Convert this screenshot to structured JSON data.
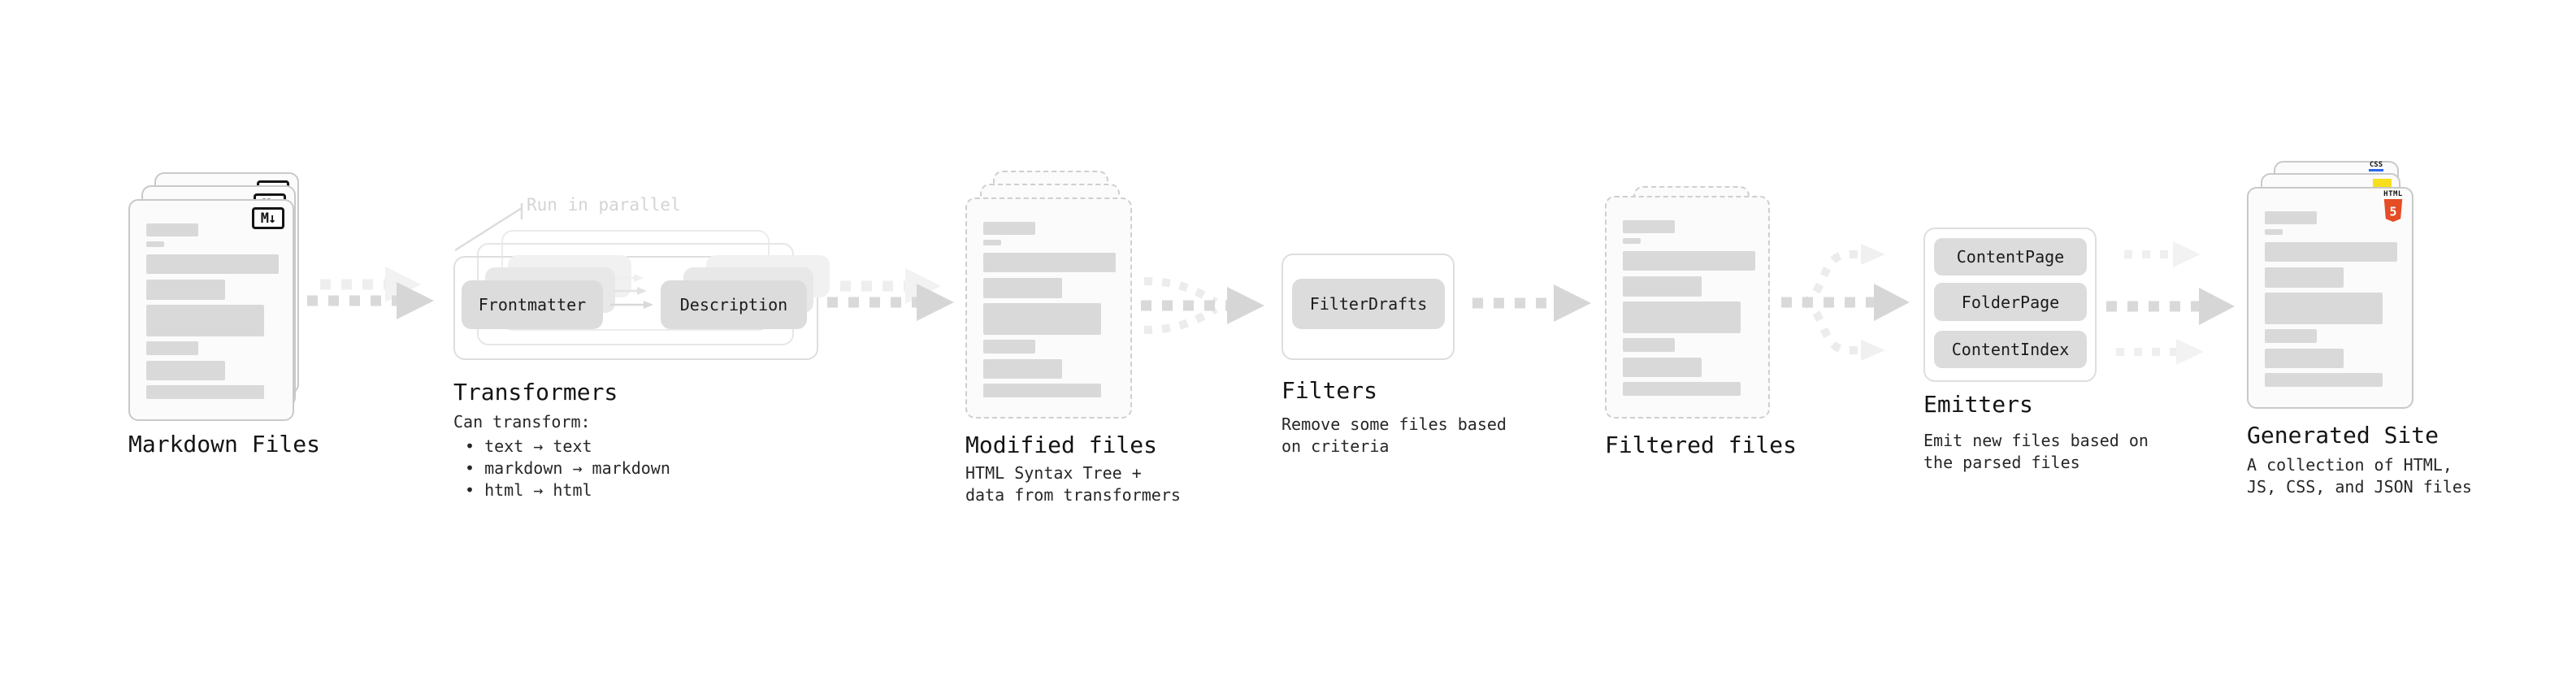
{
  "diagram": {
    "stages": {
      "markdown_files": {
        "label": "Markdown Files",
        "badge": "M↓"
      },
      "transformers": {
        "label": "Transformers",
        "annotation": "Run in parallel",
        "buttons": [
          "Frontmatter",
          "Description"
        ],
        "desc_title": "Can transform:",
        "bullets": [
          "text → text",
          "markdown → markdown",
          "html → html"
        ]
      },
      "modified_files": {
        "label": "Modified files",
        "desc": [
          "HTML Syntax Tree +",
          "data from transformers"
        ]
      },
      "filters": {
        "label": "Filters",
        "buttons": [
          "FilterDrafts"
        ],
        "desc": [
          "Remove some files based",
          "on criteria"
        ]
      },
      "filtered_files": {
        "label": "Filtered files"
      },
      "emitters": {
        "label": "Emitters",
        "buttons": [
          "ContentPage",
          "FolderPage",
          "ContentIndex"
        ],
        "desc": [
          "Emit new files based on",
          "the parsed files"
        ]
      },
      "generated_site": {
        "label": "Generated Site",
        "desc": [
          "A collection of HTML,",
          "JS, CSS, and JSON files"
        ],
        "icons": {
          "css_label": "CSS",
          "html_label": "HTML",
          "html_number": "5"
        }
      }
    },
    "colors": {
      "html5_shield": "#e44d26",
      "js_square": "#f7df1e",
      "css_underline": "#2965f1",
      "doc_border": "#c9c9c9",
      "arrow_gray": "#d6d6d6",
      "annotation_gray": "#d4d4d4"
    }
  }
}
